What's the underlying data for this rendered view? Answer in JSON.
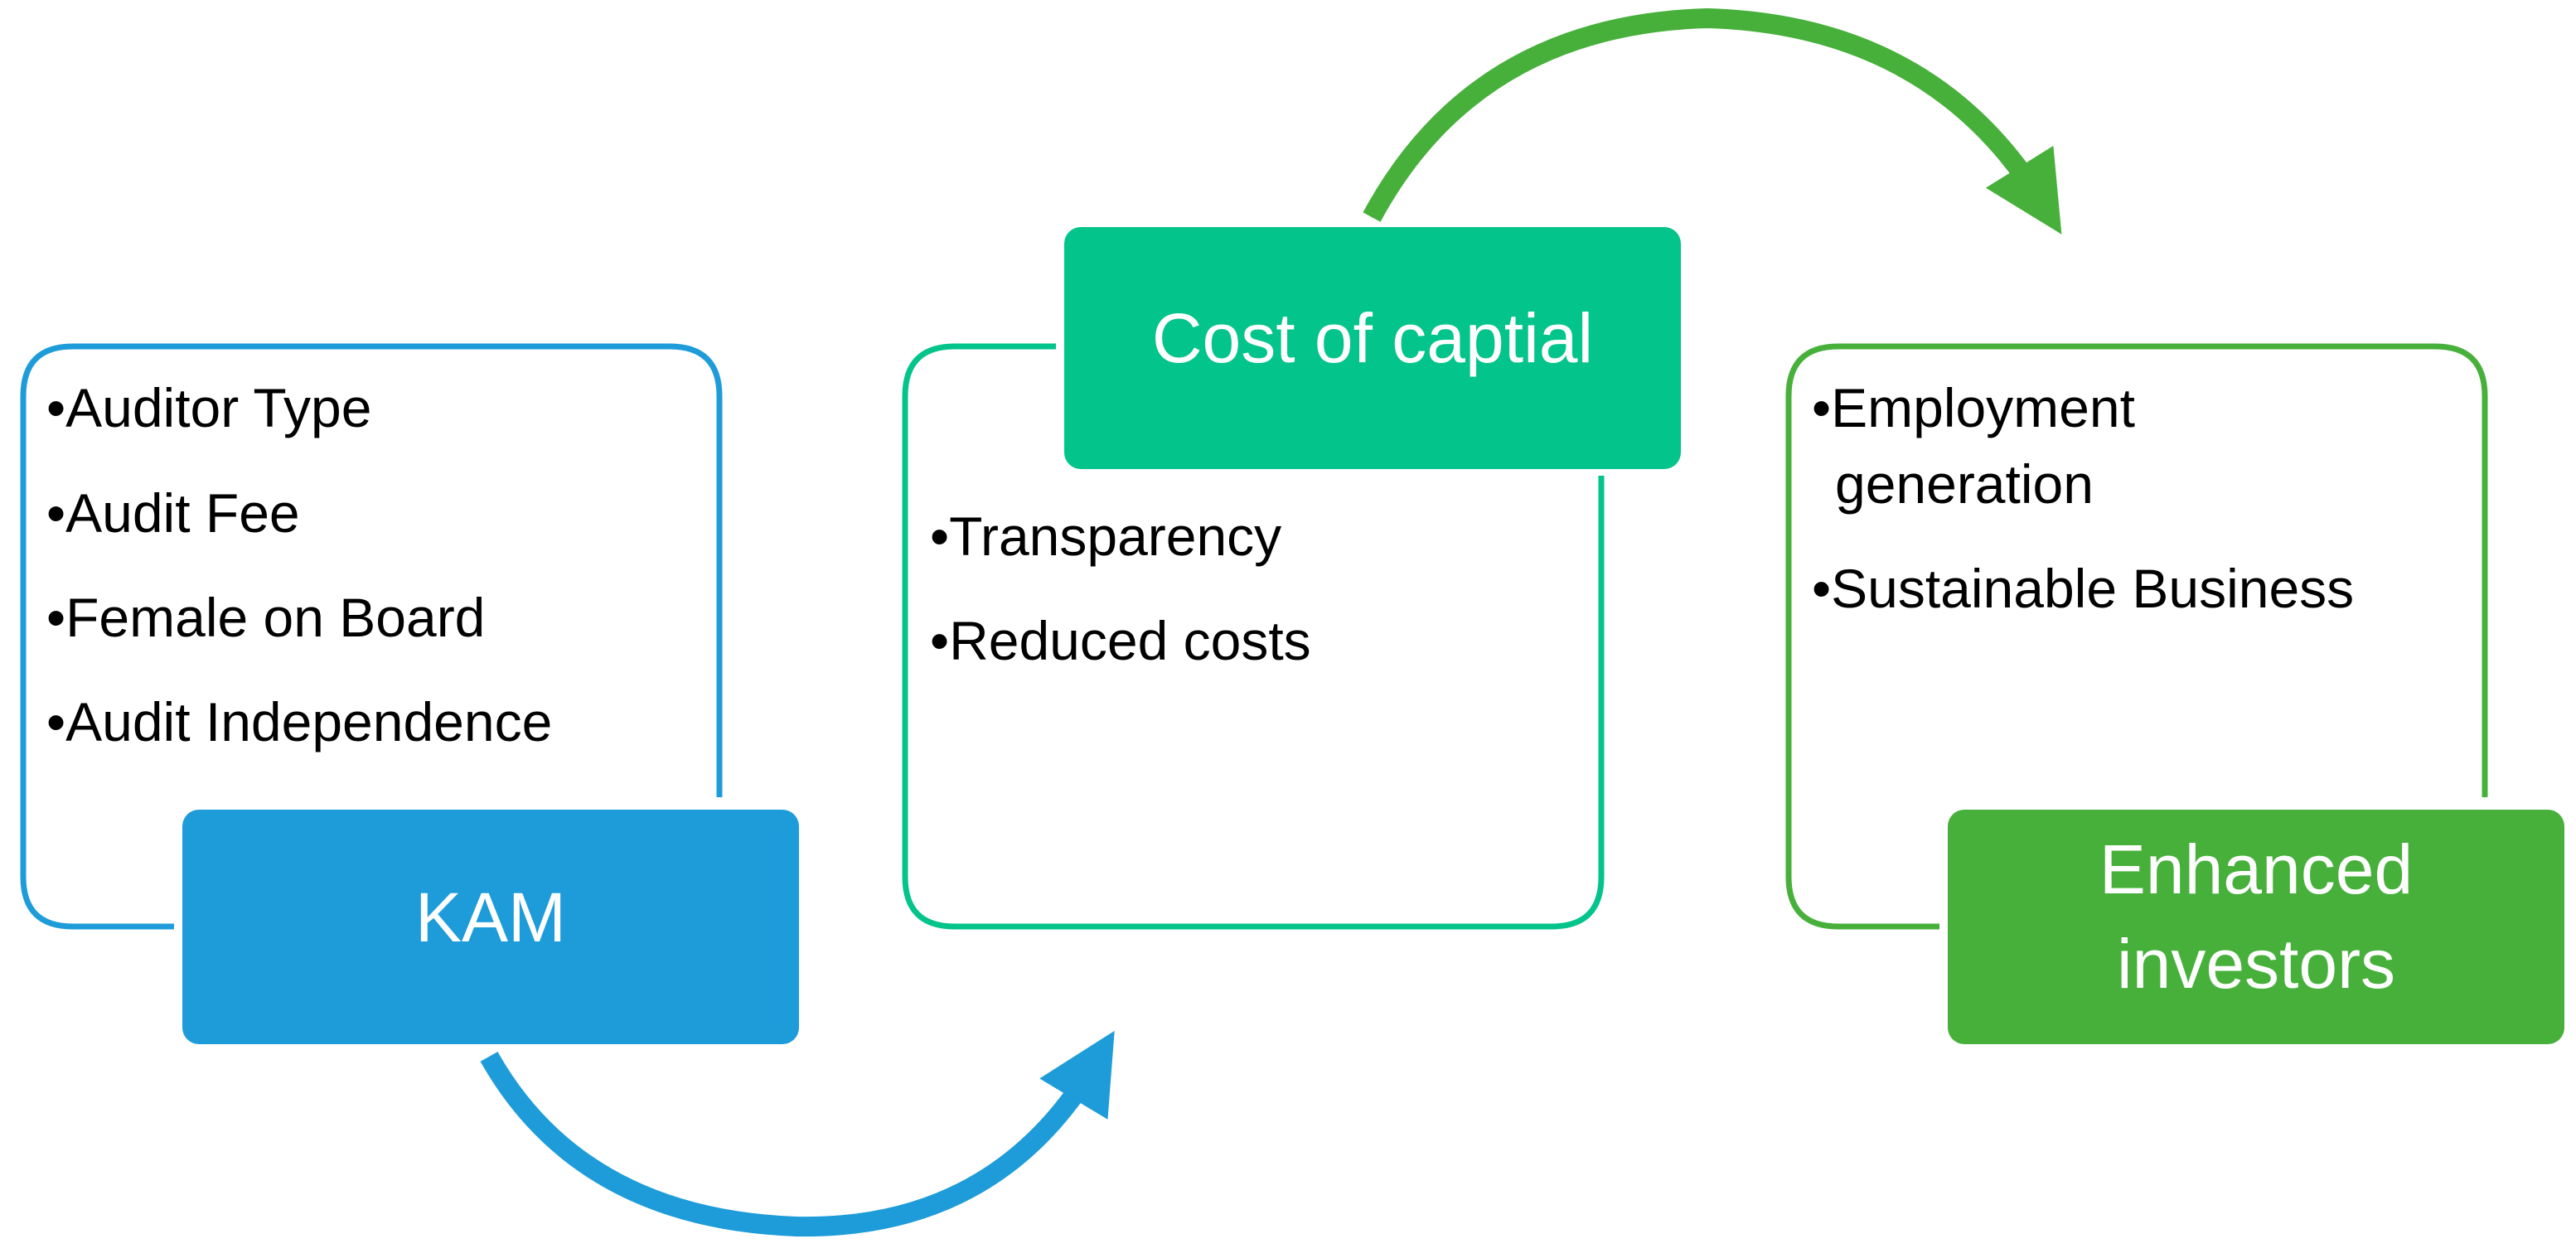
{
  "colors": {
    "blue": "#1e9cd9",
    "teal": "#03c48a",
    "green": "#47b03b",
    "text": "#000000",
    "tab_text": "#ffffff"
  },
  "stages": [
    {
      "tab_lines": [
        "KAM"
      ],
      "bullets": [
        "Auditor Type",
        "Audit Fee",
        "Female on Board",
        "Audit Independence"
      ]
    },
    {
      "tab_lines": [
        "Cost of captial"
      ],
      "bullets": [
        "Transparency",
        "Reduced costs"
      ]
    },
    {
      "tab_lines": [
        "Enhanced",
        "investors"
      ],
      "bullets": [
        "Employment generation",
        "Sustainable Business"
      ]
    }
  ]
}
